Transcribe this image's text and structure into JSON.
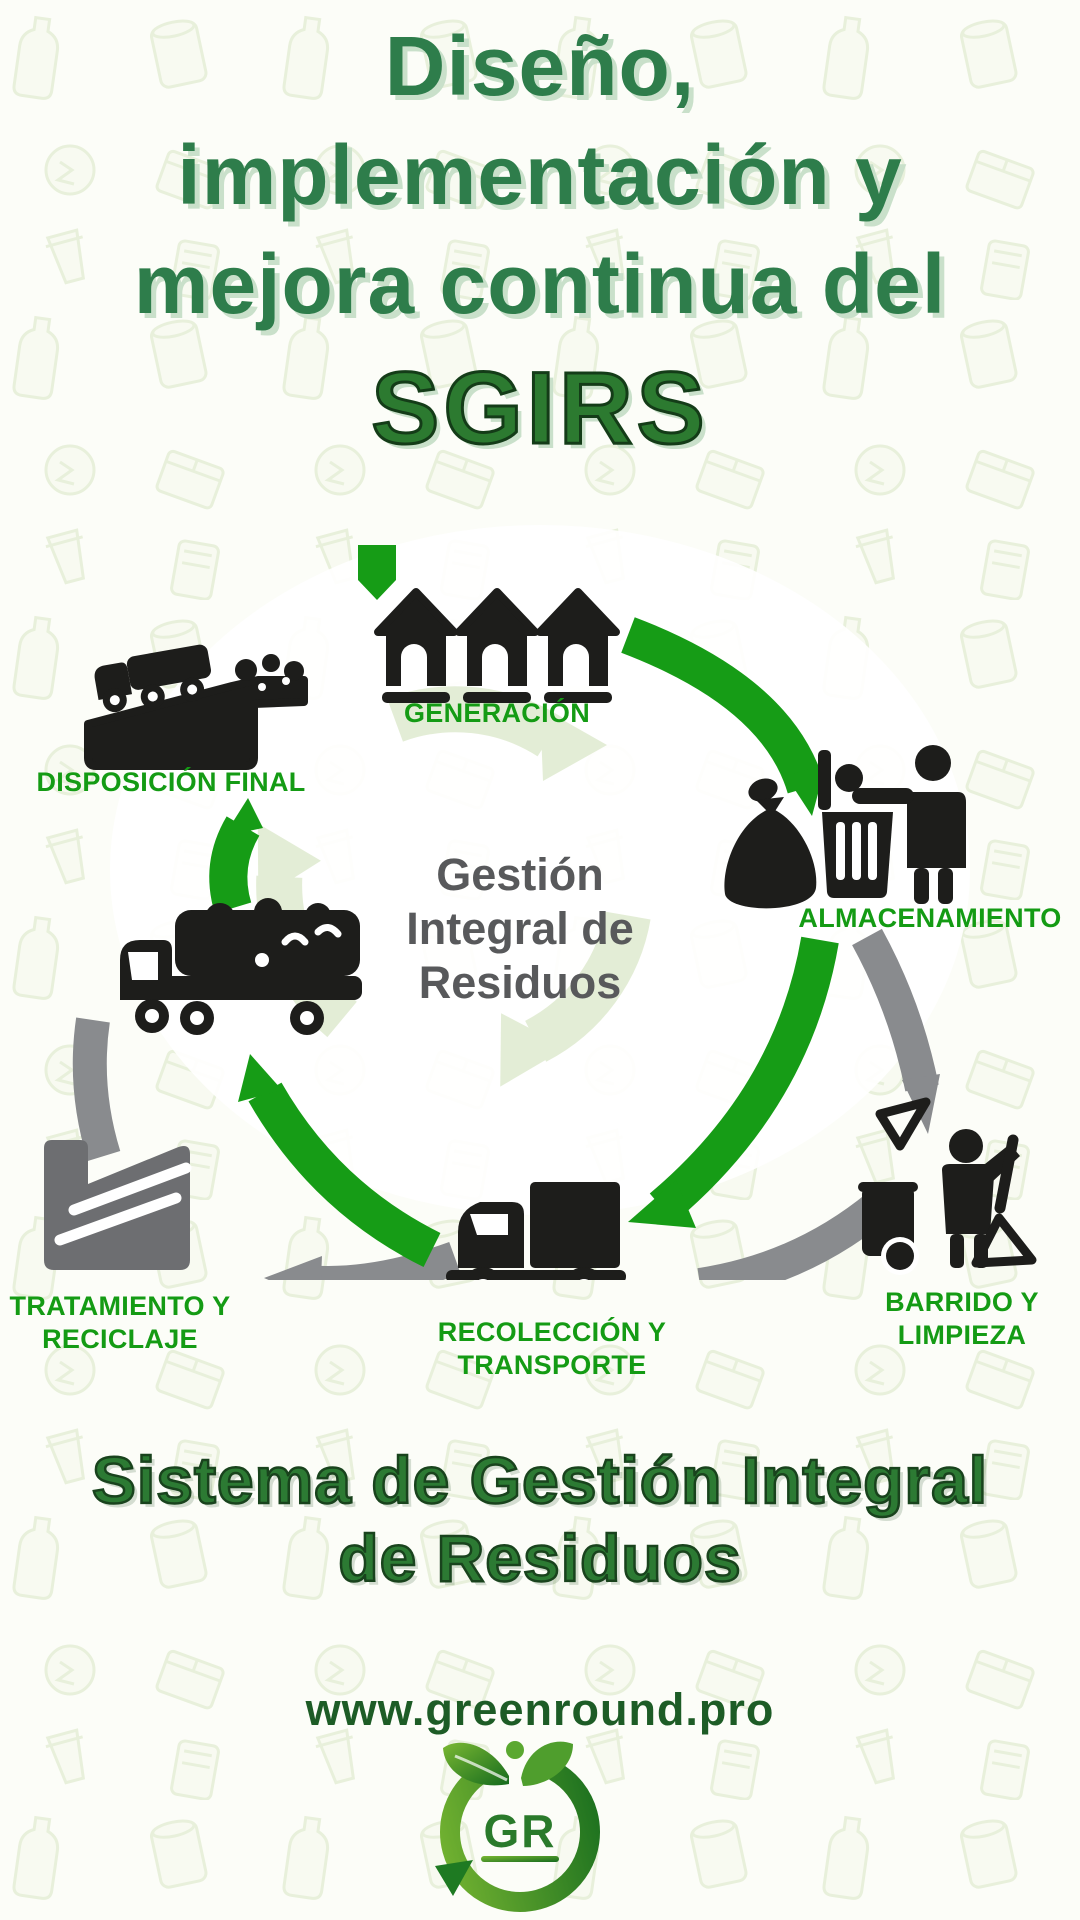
{
  "poster": {
    "title": {
      "line1": "Diseño,",
      "line2": "implementación y",
      "line3": "mejora continua del",
      "acronym": "SGIRS"
    },
    "cycle": {
      "center_text": {
        "line1": "Gestión",
        "line2": "Integral de",
        "line3": "Residuos"
      },
      "watermark_icon": "recycle-symbol-watermark",
      "start_marker_icon": "cycle-start-arrow-icon",
      "connector_icon": "garbage-truck-icon",
      "stages": [
        {
          "label": "GENERACIÓN",
          "icon": "houses-icon"
        },
        {
          "label": "ALMACENAMIENTO",
          "icon": "trash-bag-bin-person-icon"
        },
        {
          "label": "BARRIDO Y LIMPIEZA",
          "icon": "street-sweeper-icon"
        },
        {
          "label": "RECOLECCIÓN Y TRANSPORTE",
          "icon": "collection-truck-icon"
        },
        {
          "label": "TRATAMIENTO Y RECICLAJE",
          "icon": "factory-icon"
        },
        {
          "label": "DISPOSICIÓN FINAL",
          "icon": "landfill-bulldozer-icon"
        }
      ]
    },
    "footer": {
      "heading_line1": "Sistema de Gestión Integral",
      "heading_line2": "de Residuos",
      "website": "www.greenround.pro",
      "logo_text": "GR"
    },
    "colors": {
      "title_green": "#2e7d4b",
      "acronym_green": "#2c7a30",
      "label_green": "#149b14",
      "arc_green": "#169c16",
      "arc_gray": "#898b8e",
      "center_gray": "#58595b",
      "icon_black": "#1d1d1b",
      "factory_gray": "#6d6e71",
      "website_green": "#1d5c26"
    }
  }
}
